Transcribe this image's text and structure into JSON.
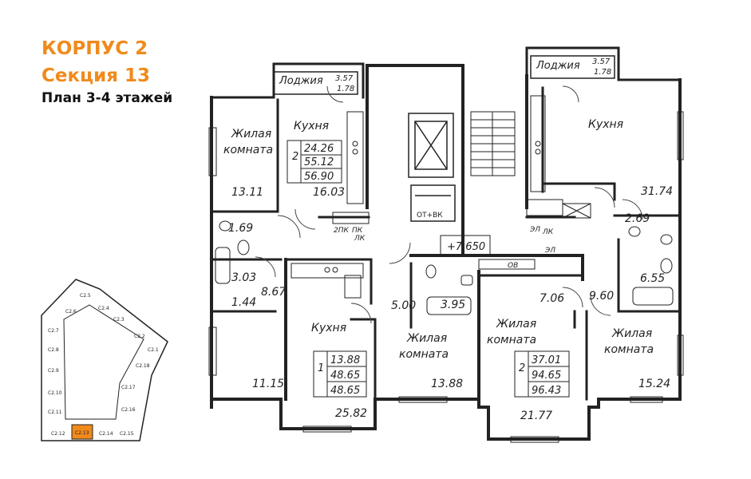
{
  "header": {
    "building": "КОРПУС 2",
    "section": "Секция 13",
    "plan": "План 3-4 этажей"
  },
  "colors": {
    "accent": "#f08a1c",
    "wall": "#222222",
    "highlight": "#f08a1c"
  },
  "elevation": "+7.650",
  "loggias": [
    {
      "label": "Лоджия",
      "dim_top": "3.57",
      "dim_bottom": "1.78"
    },
    {
      "label": "Лоджия",
      "dim_top": "3.57",
      "dim_bottom": "1.78"
    }
  ],
  "rooms": [
    {
      "name": "Жилая",
      "name2": "комната",
      "area": "13.11"
    },
    {
      "name": "Кухня",
      "area": "16.03"
    },
    {
      "name": "Кухня",
      "area": "31.74"
    },
    {
      "name": "Кухня",
      "area": "25.82"
    },
    {
      "name": "Жилая",
      "name2": "комната",
      "area": "13.88"
    },
    {
      "name": "Жилая",
      "name2": "комната",
      "area": "21.77"
    },
    {
      "name": "Жилая",
      "name2": "комната",
      "area": "15.24"
    }
  ],
  "areas": [
    "1.69",
    "3.03",
    "8.67",
    "1.44",
    "11.15",
    "5.00",
    "3.95",
    "7.06",
    "9.60",
    "2.69",
    "6.55"
  ],
  "apartments": [
    {
      "rooms": "2",
      "living": "24.26",
      "total": "55.12",
      "total_with_loggia": "56.90"
    },
    {
      "rooms": "1",
      "living": "13.88",
      "total": "48.65",
      "total_with_loggia": "48.65"
    },
    {
      "rooms": "2",
      "living": "37.01",
      "total": "94.65",
      "total_with_loggia": "96.43"
    }
  ],
  "shaft_labels": {
    "ot_vk": "ОТ+ВК",
    "pk2": "2ПК",
    "pk": "ПК",
    "lk": "ЛК",
    "el": "ЭЛ",
    "lk2": "ЛК",
    "el2": "ЭЛ",
    "ov": "ОВ"
  },
  "minimap": {
    "sections": [
      "С2.1",
      "С2.2",
      "С2.3",
      "С2.4",
      "С2.5",
      "С2.6",
      "С2.7",
      "С2.8",
      "С2.9",
      "С2.10",
      "С2.11",
      "С2.12",
      "С2.13",
      "С2.14",
      "С2.15",
      "С2.16",
      "С2.17",
      "С2.18"
    ],
    "active": "С2.13"
  }
}
